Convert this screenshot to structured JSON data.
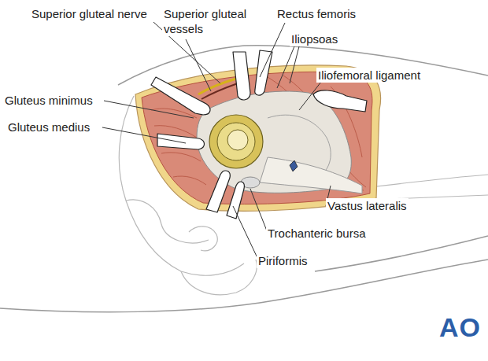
{
  "diagram": {
    "labels": [
      "Superior gluteal nerve",
      "Superior gluteal vessels",
      "Rectus femoris",
      "Iliopsoas",
      "Iliofemoral ligament",
      "Gluteus minimus",
      "Gluteus medius",
      "Vastus lateralis",
      "Trochanteric bursa",
      "Piriformis",
      "AO"
    ]
  }
}
